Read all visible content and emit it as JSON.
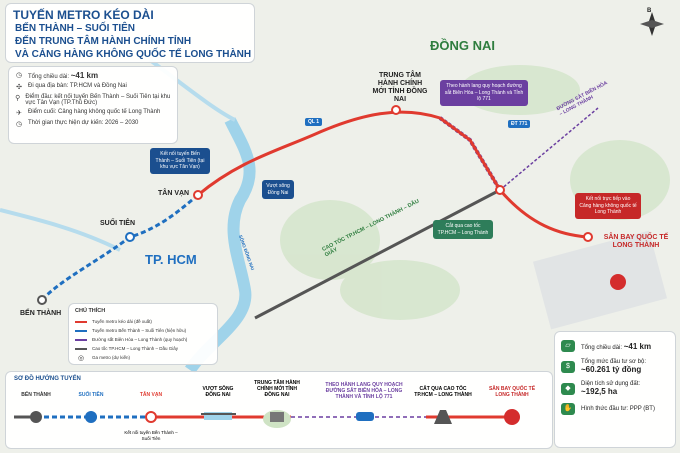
{
  "title": {
    "line1": "TUYẾN METRO KÉO DÀI",
    "line2": "BẾN THÀNH – SUỐI TIÊN",
    "line3": "ĐẾN TRUNG TÂM HÀNH CHÍNH TỈNH",
    "line4": "VÀ CẢNG HÀNG KHÔNG QUỐC TẾ LONG THÀNH"
  },
  "info": {
    "length_label": "Tổng chiều dài:",
    "length_value": "~41 km",
    "area": "Đi qua địa bàn: TP.HCM và Đồng Nai",
    "start": "Điểm đầu: kết nối tuyến Bến Thành – Suối Tiên tại khu vực Tân Vạn (TP.Thủ Đức)",
    "end": "Điểm cuối: Cảng hàng không quốc tế Long Thành",
    "time": "Thời gian thực hiện dự kiến:  2026 – 2030"
  },
  "map": {
    "region_dongnai": "ĐỒNG NAI",
    "region_hcm": "TP. HCM",
    "compass": "B",
    "river": "SÔNG ĐỒNG NAI",
    "ql1": "QL 1",
    "dt771": "ĐT 771",
    "highway": "CAO TỐC TP.HCM – LONG THÀNH – DẦU GIÂY",
    "railway": "ĐƯỜNG SẮT BIÊN HÒA – LONG THÀNH",
    "stations": {
      "ben_thanh": "BẾN THÀNH",
      "suoi_tien": "SUỐI TIÊN",
      "tan_van": "TÂN VẠN",
      "tthc": "TRUNG TÂM HÀNH CHÍNH MỚI TỈNH ĐỒNG NAI",
      "airport": "SÂN BAY QUỐC TẾ LONG THÀNH"
    },
    "callouts": {
      "tan_van": "Kết nối tuyến Bến Thành – Suối Tiên (tại khu vực Tân Vạn)",
      "bridge": "Vượt sông Đồng Nai",
      "corridor": "Theo hành lang quy hoạch đường sắt Biên Hòa – Long Thành và Tỉnh lộ 771",
      "highway": "Cắt qua cao tốc TP.HCM – Long Thành",
      "airport": "Kết nối trực tiếp vào Cảng hàng không quốc tế Long Thành"
    }
  },
  "legend": {
    "heading": "CHÚ THÍCH",
    "items": [
      {
        "label": "Tuyến metro kéo dài (đề xuất)",
        "color": "#e03a2f"
      },
      {
        "label": "Tuyến metro Bến Thành – Suối Tiên (hiện hữu)",
        "color": "#1f6fc0"
      },
      {
        "label": "Đường sắt Biên Hòa – Long Thành (quy hoạch)",
        "color": "#6b3fa0"
      },
      {
        "label": "Cao tốc TP.HCM – Long Thành – Dầu Giây",
        "color": "#555555"
      },
      {
        "label": "Ga metro (dự kiến)",
        "color": "#555555"
      }
    ]
  },
  "diagram": {
    "heading": "SƠ ĐỒ HƯỚNG TUYẾN",
    "stops": [
      "BẾN THÀNH",
      "SUỐI TIÊN",
      "TÂN VẠN",
      "VƯỢT SÔNG ĐỒNG NAI",
      "TRUNG TÂM HÀNH CHÍNH MỚI TỈNH ĐỒNG NAI",
      "THEO HÀNH LANG QUY HOẠCH ĐƯỜNG SẮT BIÊN HÒA – LONG THÀNH VÀ TỈNH LỘ 771",
      "CẮT QUA CAO TỐC TP.HCM – LONG THÀNH",
      "SÂN BAY QUỐC TẾ LONG THÀNH"
    ],
    "tan_van_note": "Kết nối tuyến Bến Thành – Suối Tiên"
  },
  "stats": {
    "length_label": "Tổng chiều dài:",
    "length_value": "~41 km",
    "invest_label": "Tổng mức đầu tư sơ bộ:",
    "invest_value": "~60.261 tỷ đồng",
    "land_label": "Diện tích sử dụng đất:",
    "land_value": "~192,5 ha",
    "form": "Hình thức đầu tư: PPP (BT)"
  }
}
